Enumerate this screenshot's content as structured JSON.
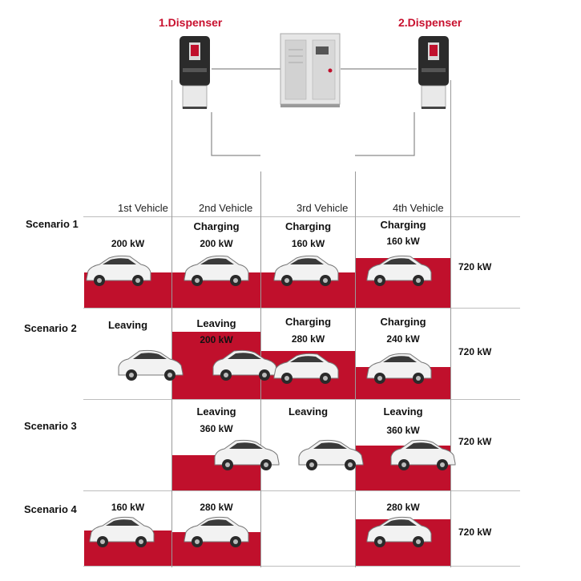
{
  "dispensers": [
    {
      "title": "1.Dispenser"
    },
    {
      "title": "2.Dispenser"
    }
  ],
  "columns": [
    "1st Vehicle",
    "2nd Vehicle",
    "3rd Vehicle",
    "4th Vehicle"
  ],
  "scenarios": [
    {
      "name": "Scenario 1",
      "total": "720 kW",
      "cells": [
        {
          "status": "",
          "power": "200 kW"
        },
        {
          "status": "Charging",
          "power": "200 kW"
        },
        {
          "status": "Charging",
          "power": "160 kW"
        },
        {
          "status": "Charging",
          "power": "160 kW"
        }
      ]
    },
    {
      "name": "Scenario 2",
      "total": "720 kW",
      "cells": [
        {
          "status": "Leaving",
          "power": ""
        },
        {
          "status": "Leaving",
          "power": "200 kW"
        },
        {
          "status": "Charging",
          "power": "280 kW"
        },
        {
          "status": "Charging",
          "power": "240 kW"
        }
      ]
    },
    {
      "name": "Scenario 3",
      "total": "720 kW",
      "cells": [
        {
          "status": "",
          "power": ""
        },
        {
          "status": "Leaving",
          "power": "360 kW"
        },
        {
          "status": "Leaving",
          "power": ""
        },
        {
          "status": "Leaving",
          "power": "360 kW"
        }
      ]
    },
    {
      "name": "Scenario 4",
      "total": "720 kW",
      "cells": [
        {
          "status": "",
          "power": "160 kW"
        },
        {
          "status": "",
          "power": "280 kW"
        },
        {
          "status": "",
          "power": ""
        },
        {
          "status": "",
          "power": "280 kW"
        }
      ]
    }
  ],
  "colors": {
    "accent": "#c0102c",
    "title": "#c8102e",
    "car": "#f2f2f2"
  }
}
